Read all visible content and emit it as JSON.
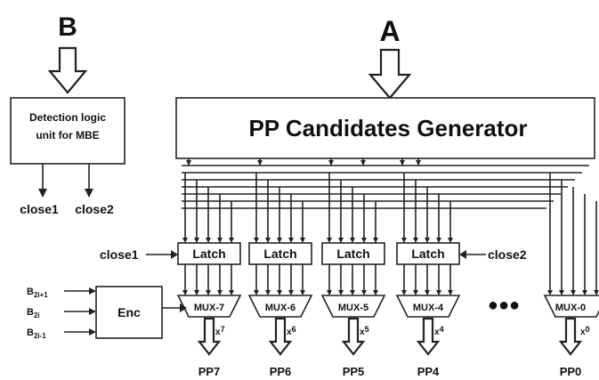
{
  "inputs": {
    "b": "B",
    "a": "A"
  },
  "detection_box": {
    "line1": "Detection logic",
    "line2": "unit for MBE"
  },
  "close_labels": {
    "close1": "close1",
    "close2": "close2"
  },
  "generator": {
    "label": "PP Candidates Generator"
  },
  "latches": [
    "Latch",
    "Latch",
    "Latch",
    "Latch"
  ],
  "encoder": {
    "label": "Enc",
    "inputs": [
      "B2i+1",
      "B2i",
      "B2i-1"
    ]
  },
  "muxes": [
    {
      "label": "MUX-7",
      "shift": "x7",
      "output": "PP7"
    },
    {
      "label": "MUX-6",
      "shift": "x6",
      "output": "PP6"
    },
    {
      "label": "MUX-5",
      "shift": "x5",
      "output": "PP5"
    },
    {
      "label": "MUX-4",
      "shift": "x4",
      "output": "PP4"
    },
    {
      "label": "MUX-0",
      "shift": "x0",
      "output": "PP0"
    }
  ],
  "ellipsis": "●●●"
}
